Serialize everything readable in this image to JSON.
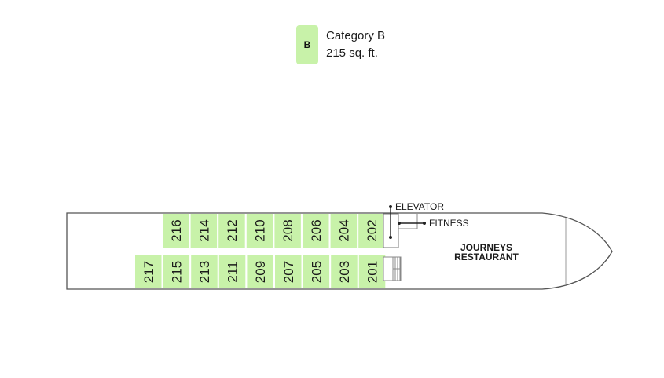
{
  "legend": {
    "badge": "B",
    "category": "Category B",
    "size": "215 sq. ft.",
    "color": "#c8f2a9"
  },
  "deck": {
    "top_row": [
      "216",
      "214",
      "212",
      "210",
      "208",
      "206",
      "204",
      "202"
    ],
    "bottom_row": [
      "217",
      "215",
      "213",
      "211",
      "209",
      "207",
      "205",
      "203",
      "201"
    ],
    "cabin_color": "#c8f2a9",
    "labels": {
      "elevator": "ELEVATOR",
      "fitness": "FITNESS",
      "restaurant_line1": "JOURNEYS",
      "restaurant_line2": "RESTAURANT"
    }
  }
}
